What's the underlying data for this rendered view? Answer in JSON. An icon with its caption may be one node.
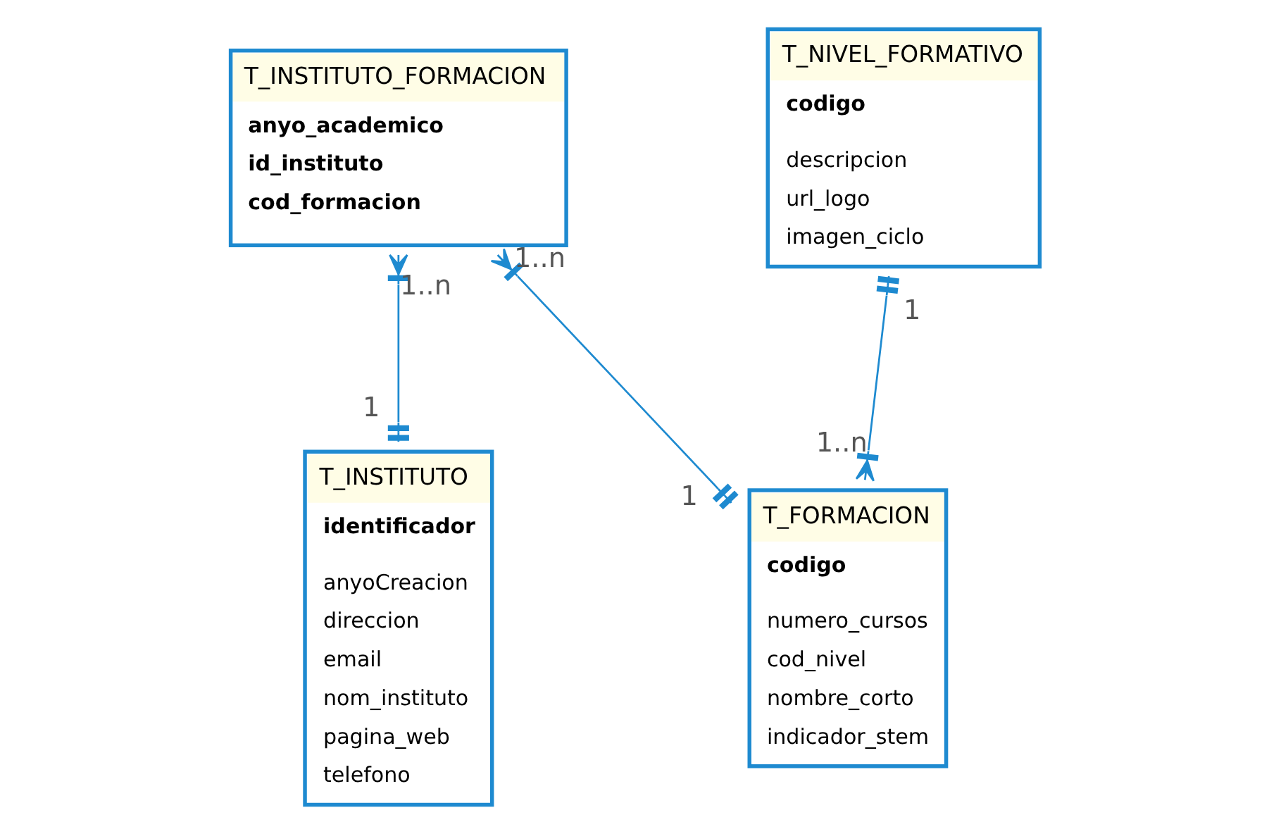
{
  "diagram": {
    "nodes": [
      {
        "text": [
          "T_INSTITUTO_FORMACION",
          "anyo_academico",
          "id_instituto",
          "cod_formacion"
        ]
      },
      {
        "text": [
          "T_NIVEL_FORMATIVO",
          "codigo",
          "descripcion",
          "url_logo",
          "imagen_ciclo"
        ]
      },
      {
        "text": [
          "T_INSTITUTO",
          "identificador",
          "anyoCreacion",
          "direccion",
          "email",
          "nom_instituto",
          "pagina_web",
          "telefono"
        ]
      },
      {
        "text": [
          "T_FORMACION",
          "codigo",
          "numero_cursos",
          "cod_nivel",
          "nombre_corto",
          "indicador_stem"
        ]
      }
    ],
    "edges": [
      {
        "from": 0,
        "to": 2,
        "arrow": "other"
      },
      {
        "from": 0,
        "to": 3,
        "arrow": "other"
      },
      {
        "from": 1,
        "to": 3,
        "arrow": "other"
      }
    ],
    "labels": [
      "1..n",
      "1..n",
      "1",
      "1",
      "1",
      "1..n"
    ]
  }
}
